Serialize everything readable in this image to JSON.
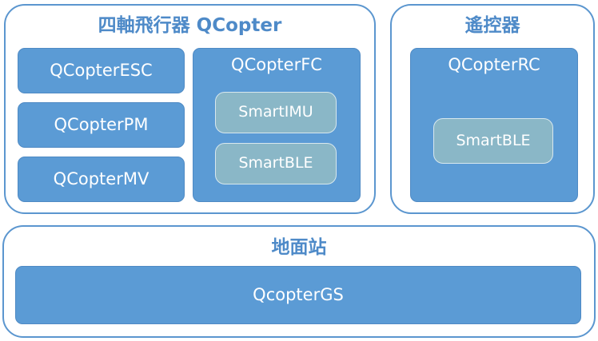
{
  "quadcopter": {
    "title": "四軸飛行器 QCopter",
    "modules": [
      "QCopterESC",
      "QCopterPM",
      "QCopterMV"
    ],
    "fc": {
      "label": "QCopterFC",
      "sub_modules": [
        "SmartIMU",
        "SmartBLE"
      ]
    }
  },
  "remote": {
    "title": "遙控器",
    "rc": {
      "label": "QCopterRC",
      "sub_module": "SmartBLE"
    }
  },
  "ground_station": {
    "title": "地面站",
    "gs": {
      "label": "QcopterGS"
    }
  },
  "colors": {
    "border": "#5b96cf",
    "title_text": "#4e8ac8",
    "block_fill": "#5b9bd5",
    "chip_fill": "#8ab7c7"
  }
}
